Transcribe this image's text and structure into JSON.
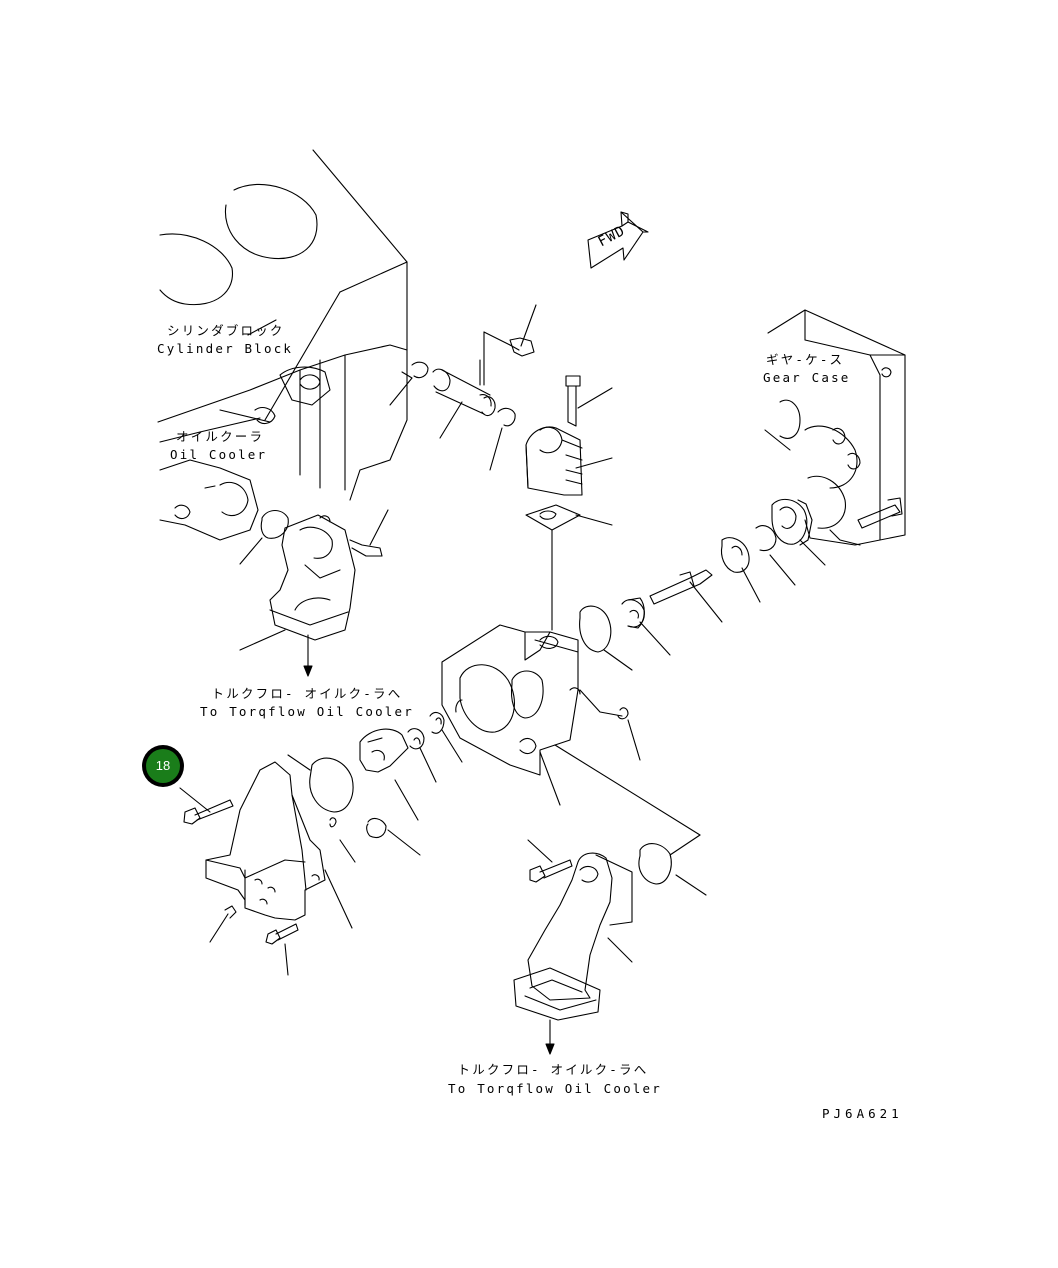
{
  "labels": {
    "cylinder_block_jp": "シリンダブロック",
    "cylinder_block_en": "Cylinder Block",
    "oil_cooler_jp": "オイルクーラ",
    "oil_cooler_en": "Oil Cooler",
    "gear_case_jp": "ギヤ-ケ-ス",
    "gear_case_en": "Gear Case",
    "fwd": "FWD",
    "torqflow_1_jp": "トルクフロ- オイルク-ラへ",
    "torqflow_1_en": "To Torqflow Oil Cooler",
    "torqflow_2_jp": "トルクフロ- オイルク-ラへ",
    "torqflow_2_en": "To Torqflow Oil Cooler",
    "drawing_code": "PJ6A621"
  },
  "callouts": [
    {
      "label": "18",
      "color": "#1a7d1a"
    }
  ],
  "colors": {
    "line": "#000000",
    "background": "#ffffff",
    "callout_fill": "#1a7d1a"
  }
}
